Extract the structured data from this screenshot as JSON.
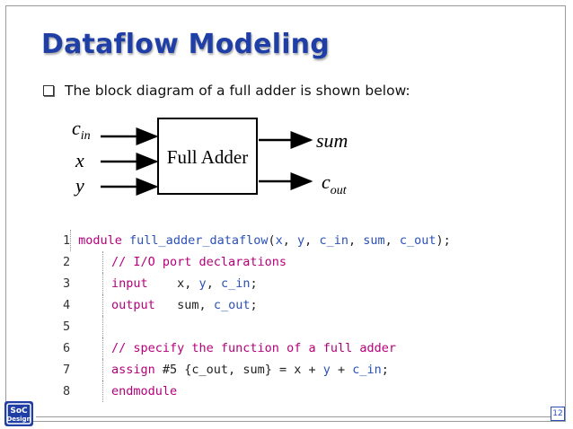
{
  "slide": {
    "title": "Dataflow Modeling",
    "bullet": "The block diagram of a full adder is shown below:",
    "page_number": "12"
  },
  "diagram": {
    "box_label": "Full Adder",
    "inputs": [
      {
        "base": "c",
        "sub": "in"
      },
      {
        "base": "x",
        "sub": ""
      },
      {
        "base": "y",
        "sub": ""
      }
    ],
    "outputs": [
      {
        "base": "sum",
        "sub": ""
      },
      {
        "base": "c",
        "sub": "out"
      }
    ]
  },
  "code": {
    "lines": [
      {
        "num": "1",
        "tokens": [
          {
            "t": "module ",
            "c": "kw"
          },
          {
            "t": "full_adder_dataflow",
            "c": "id"
          },
          {
            "t": "(",
            "c": ""
          },
          {
            "t": "x",
            "c": "id"
          },
          {
            "t": ", ",
            "c": ""
          },
          {
            "t": "y",
            "c": "id"
          },
          {
            "t": ", ",
            "c": ""
          },
          {
            "t": "c_in",
            "c": "id"
          },
          {
            "t": ", ",
            "c": ""
          },
          {
            "t": "sum",
            "c": "id"
          },
          {
            "t": ", ",
            "c": ""
          },
          {
            "t": "c_out",
            "c": "id"
          },
          {
            "t": ");",
            "c": ""
          }
        ]
      },
      {
        "num": "2",
        "tokens": [
          {
            "t": "// I/O port declarations",
            "c": "kw"
          }
        ]
      },
      {
        "num": "3",
        "tokens": [
          {
            "t": "input",
            "c": "kw"
          },
          {
            "t": "    x, ",
            "c": ""
          },
          {
            "t": "y",
            "c": "id"
          },
          {
            "t": ", ",
            "c": ""
          },
          {
            "t": "c_in",
            "c": "id"
          },
          {
            "t": ";",
            "c": ""
          }
        ]
      },
      {
        "num": "4",
        "tokens": [
          {
            "t": "output",
            "c": "kw"
          },
          {
            "t": "   sum, ",
            "c": ""
          },
          {
            "t": "c_out",
            "c": "id"
          },
          {
            "t": ";",
            "c": ""
          }
        ]
      },
      {
        "num": "5",
        "tokens": []
      },
      {
        "num": "6",
        "tokens": [
          {
            "t": "// specify the function of a full adder",
            "c": "kw"
          }
        ]
      },
      {
        "num": "7",
        "tokens": [
          {
            "t": "assign",
            "c": "kw"
          },
          {
            "t": " #5 {c_out, sum} = x + ",
            "c": ""
          },
          {
            "t": "y",
            "c": "id"
          },
          {
            "t": " + ",
            "c": ""
          },
          {
            "t": "c_in",
            "c": "id"
          },
          {
            "t": ";",
            "c": ""
          }
        ]
      },
      {
        "num": "8",
        "tokens": [
          {
            "t": "endmodule",
            "c": "kw"
          }
        ]
      }
    ]
  },
  "logo": {
    "line1": "SoC",
    "line2": "Design"
  },
  "colors": {
    "title": "#1f3fa6",
    "keyword": "#b5007a",
    "identifier": "#2b50b8"
  },
  "icons": {
    "bullet": "hollow-square-bullet-icon",
    "logo": "soc-design-logo-icon"
  }
}
